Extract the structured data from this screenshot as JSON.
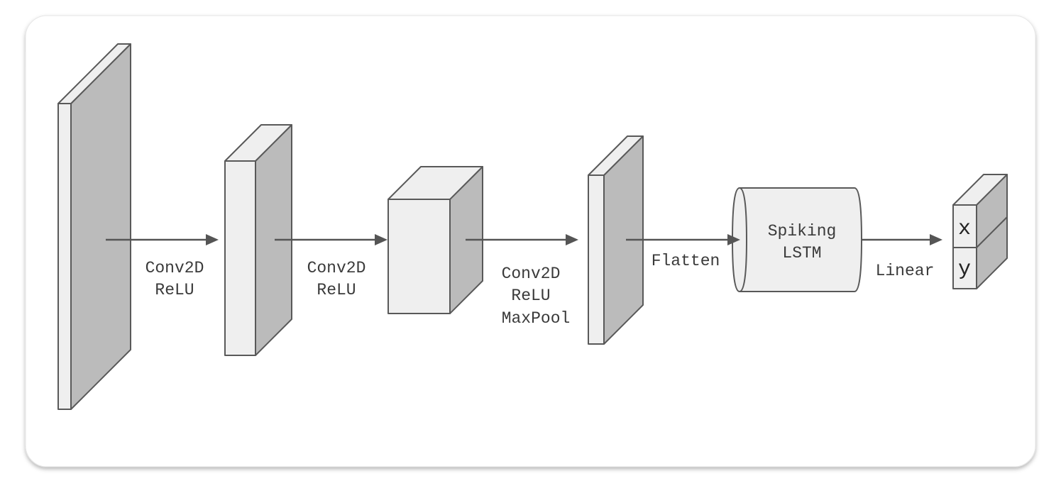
{
  "labels": {
    "conv1": [
      "Conv2D",
      "ReLU"
    ],
    "conv2": [
      "Conv2D",
      "ReLU"
    ],
    "conv3": [
      "Conv2D",
      "ReLU",
      "MaxPool"
    ],
    "flatten": "Flatten",
    "lstm": [
      "Spiking",
      "LSTM"
    ],
    "linear": "Linear"
  },
  "outputs": [
    "x",
    "y"
  ],
  "colors": {
    "front_face": "#efefef",
    "side_face": "#bbbbbb",
    "stroke": "#595959",
    "arrow": "#555555",
    "panel_border": "#e6e6e6"
  }
}
